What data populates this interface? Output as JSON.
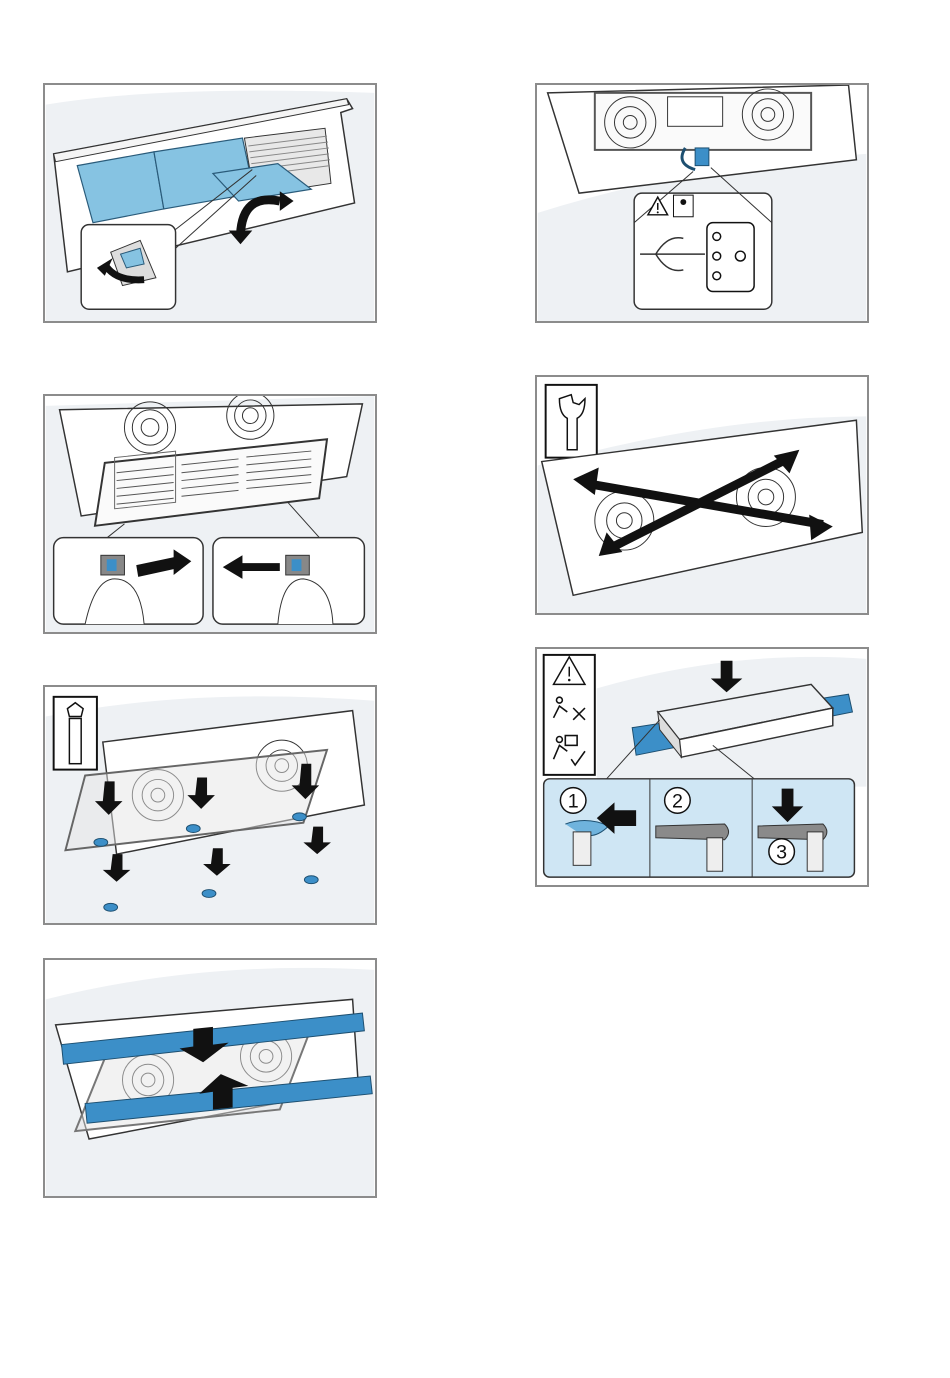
{
  "steps": {
    "step_1": {
      "label": "1"
    },
    "step_2": {
      "label": "2"
    },
    "step_3": {
      "label": "3"
    }
  },
  "colors": {
    "accent_blue": "#86c3e2",
    "accent_blue_dark": "#3c8fc8",
    "frame_gray": "#8c8c8c",
    "background_wash": "#eef1f4"
  },
  "icons": [
    "warning-icon",
    "electrician-icon",
    "wrench-icon",
    "torx-screwdriver-icon",
    "two-person-lift-icon"
  ]
}
